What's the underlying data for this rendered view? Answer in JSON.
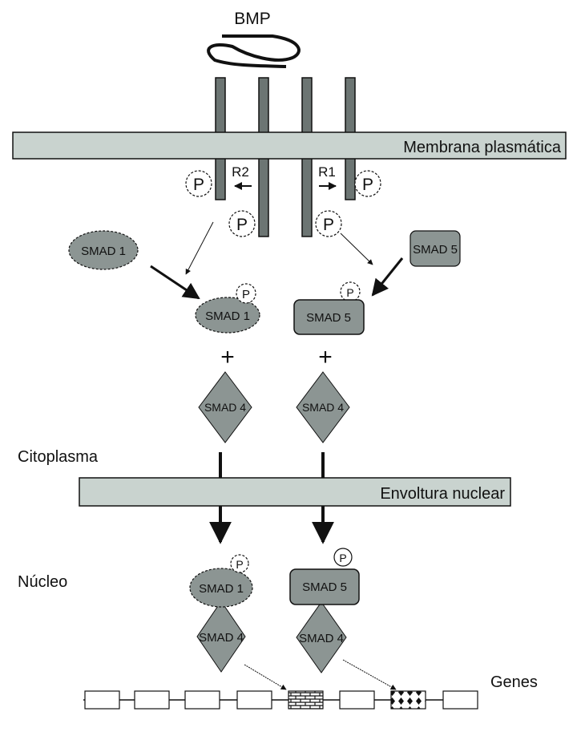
{
  "ligand": {
    "label": "BMP"
  },
  "membranes": {
    "plasma": "Membrana plasmática",
    "nuclear": "Envoltura nuclear"
  },
  "receptors": {
    "r2": "R2",
    "r1": "R1"
  },
  "phosphate": "P",
  "compartments": {
    "cytoplasm": "Citoplasma",
    "nucleus": "Núcleo",
    "genes": "Genes"
  },
  "proteins": {
    "smad1": "SMAD 1",
    "smad5": "SMAD 5",
    "smad4": "SMAD 4"
  },
  "operators": {
    "plus": "+"
  },
  "colors": {
    "membrane_fill": "#c9d3cf",
    "protein_fill": "#8c9593",
    "receptor_fill": "#6c7573",
    "outline": "#111111"
  }
}
